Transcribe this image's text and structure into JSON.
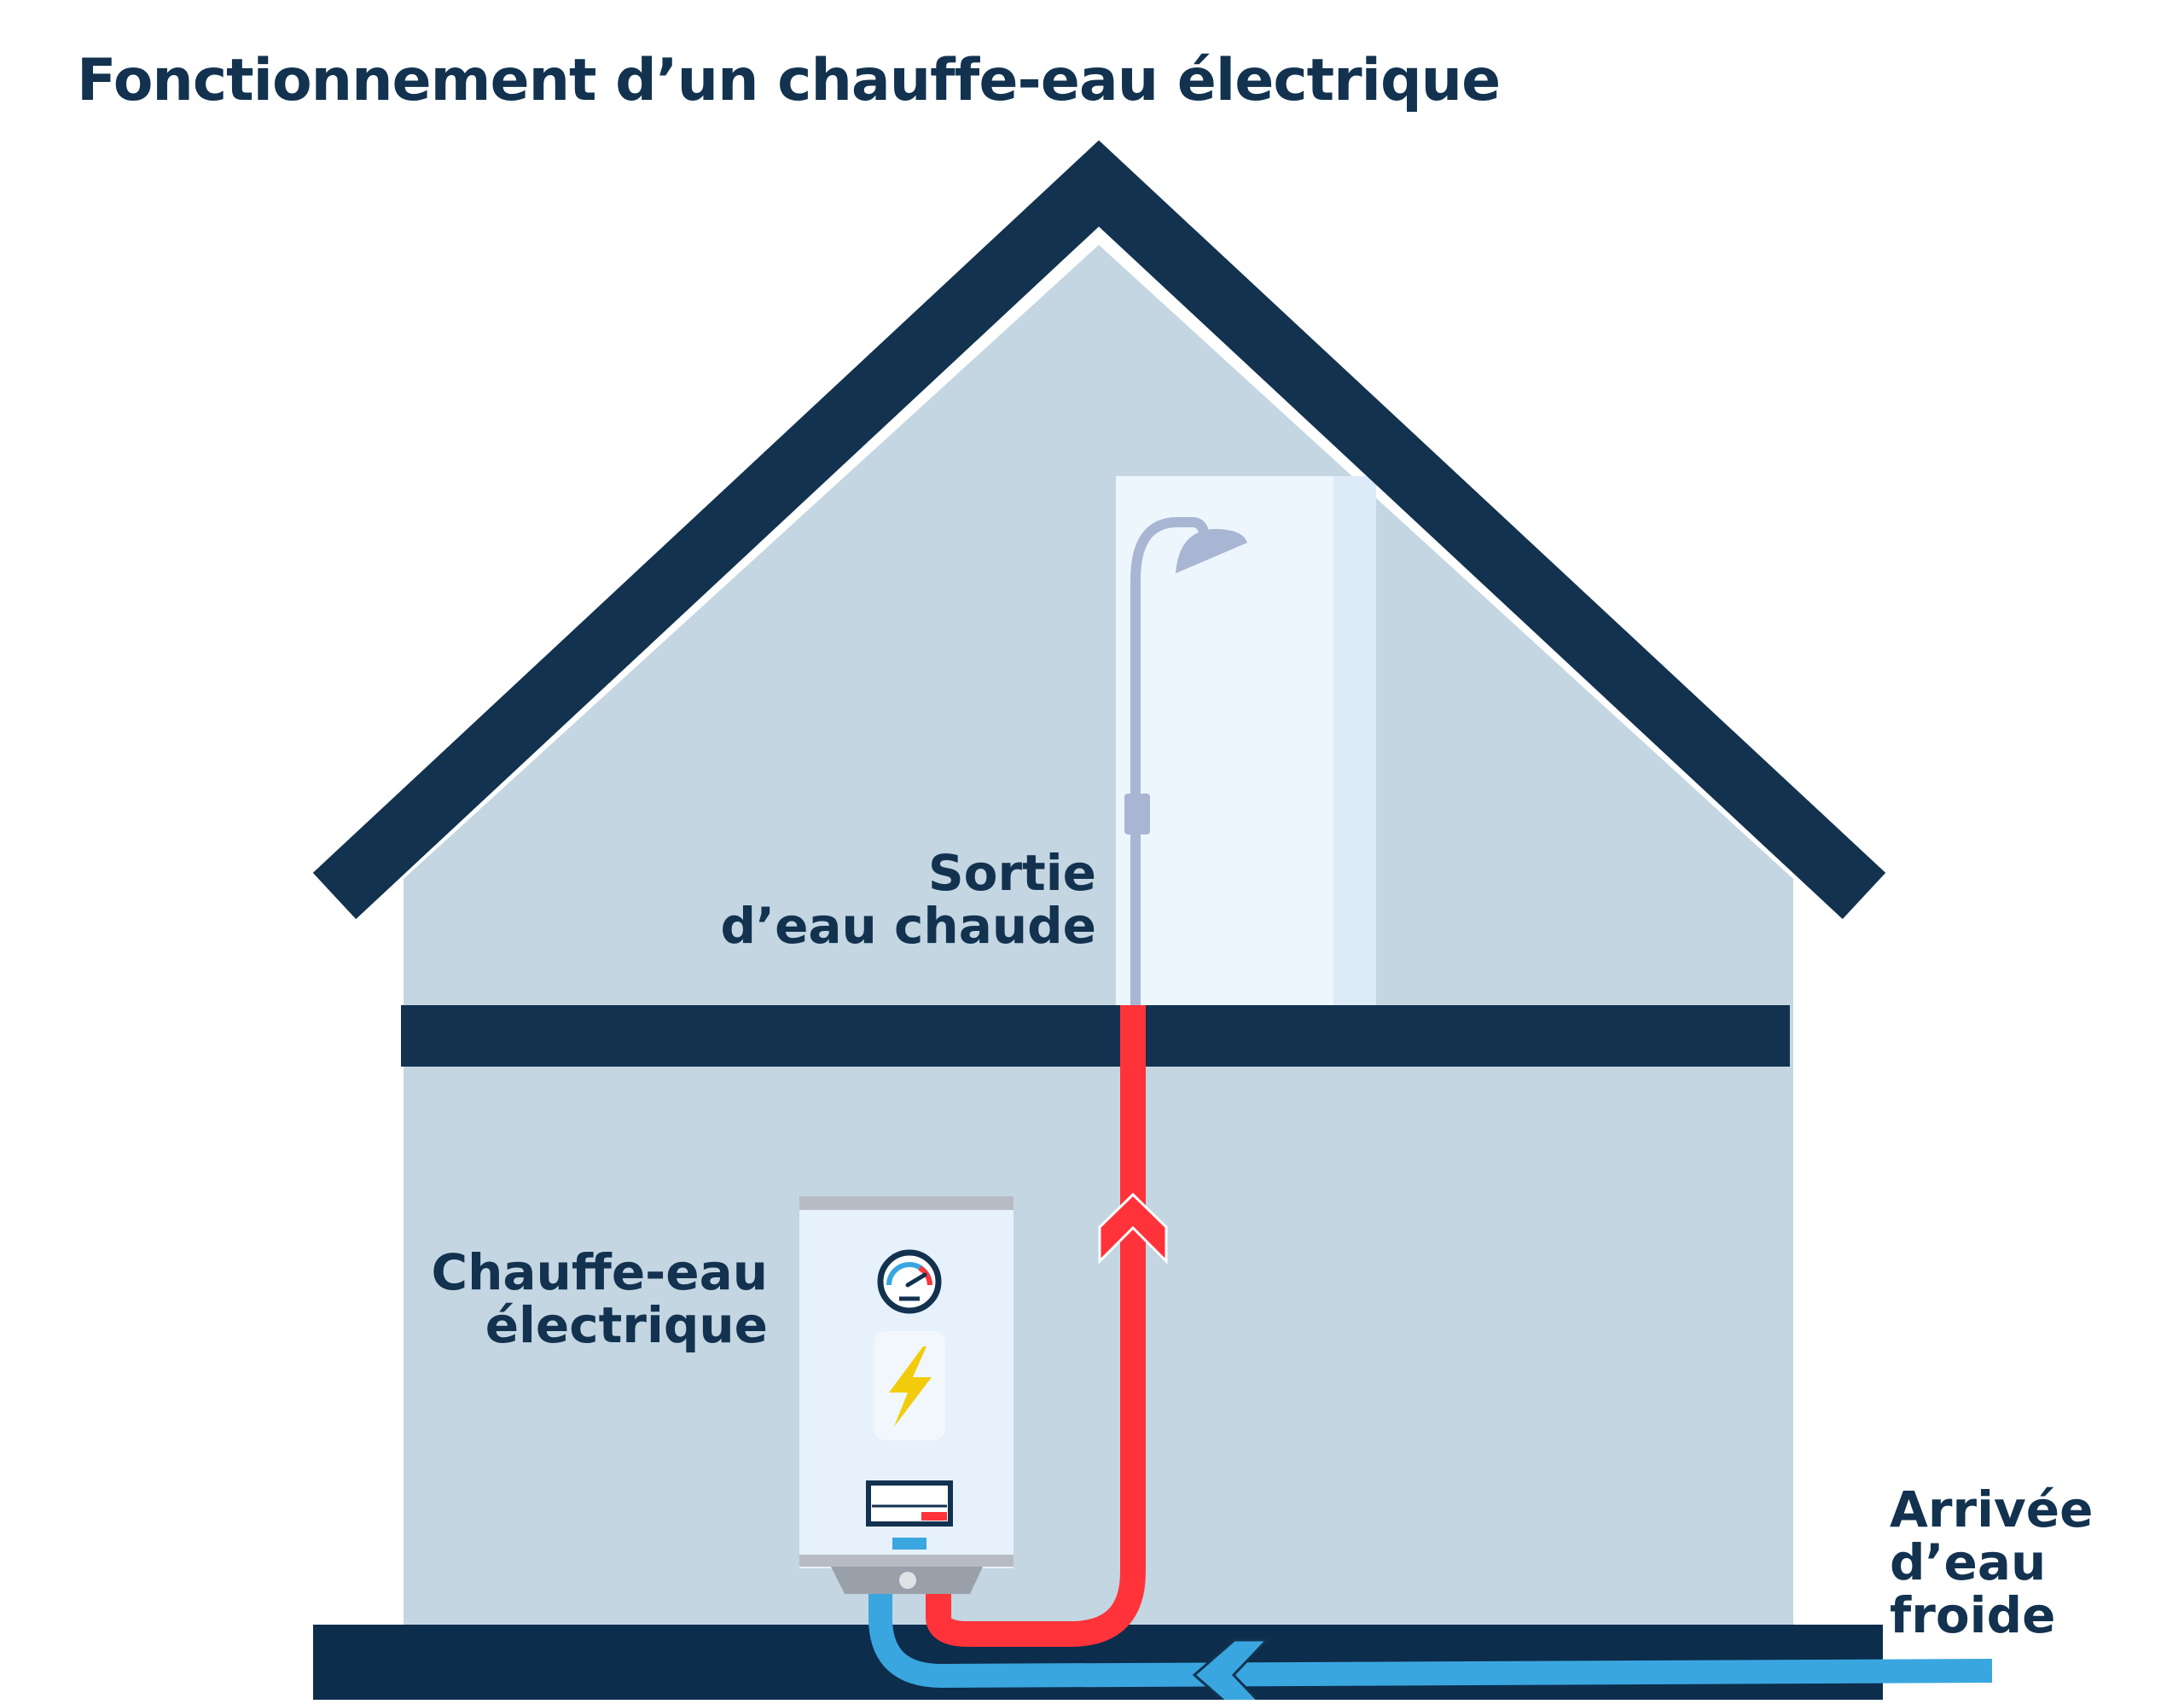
{
  "title": "Fonctionnement d’un chauffe-eau électrique",
  "labels": {
    "hot_water_outlet": [
      "Sortie",
      "d’eau chaude"
    ],
    "water_heater": [
      "Chauffe-eau",
      "électrique"
    ],
    "cold_water_inlet": [
      "Arrivée",
      "d’eau",
      "froide"
    ]
  },
  "icons": [
    "house-icon",
    "shower-icon",
    "water-heater-icon",
    "gauge-icon",
    "lightning-icon",
    "hot-water-pipe",
    "cold-water-pipe",
    "flow-arrow-icon"
  ],
  "colors": {
    "title_text": "#12324f",
    "house_wall": "#c3d6e2",
    "roof_and_floor": "#12324f",
    "ground": "#0d2d4c",
    "shower_cabin": "#eef6fd",
    "hot_pipe": "#ff3339",
    "cold_pipe": "#3aa6e0",
    "heater_body": "#e6f1fb",
    "lightning": "#f2cc0c"
  }
}
